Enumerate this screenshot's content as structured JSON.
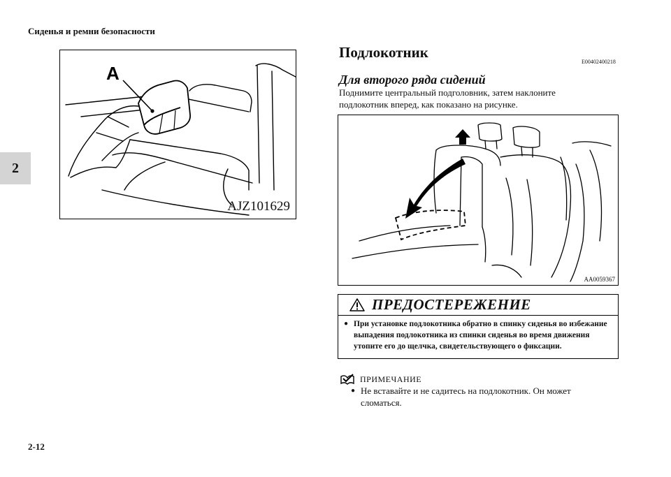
{
  "header": {
    "section_title": "Сиденья и ремни безопасности"
  },
  "chapter_tab": "2",
  "figure_left": {
    "label_a": "A",
    "code": "AJZ101629"
  },
  "section": {
    "title": "Подлокотник",
    "code": "E00402400218",
    "subtitle": "Для второго ряда сидений",
    "body": "Поднимите центральный подголовник, затем наклоните подлокотник вперед, как показано на рисунке."
  },
  "figure_right": {
    "code": "AA0059367"
  },
  "warning": {
    "icon": "warning-triangle-icon",
    "title": "ПРЕДОСТЕРЕЖЕНИЕ",
    "bullet": "●",
    "text": "При установке подлокотника обратно в спинку сиденья во избежание выпадения подлокотника из спинки сиденья во время движения утопите его до щелчка, свидетельствующего о фиксации."
  },
  "note": {
    "icon": "note-check-icon",
    "title": "ПРИМЕЧАНИЕ",
    "bullet": "●",
    "text": "Не вставайте и не садитесь на подлокотник. Он может сломаться."
  },
  "footer": {
    "page_number": "2-12"
  }
}
